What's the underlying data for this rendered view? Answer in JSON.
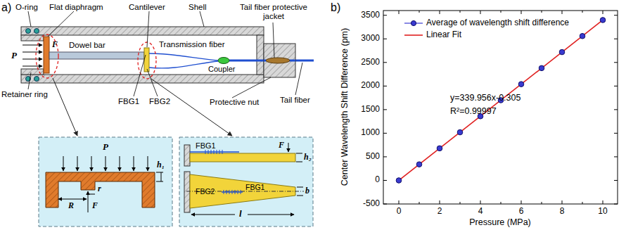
{
  "diagram": {
    "labels": [
      "a)",
      "O-ring",
      "Flat diaphragm",
      "Cantilever",
      "Shell",
      "Tail fiber protective jacket",
      "P",
      "F",
      "Dowel bar",
      "Transmission fiber",
      "Coupler",
      "Retainer ring",
      "FBG1",
      "FBG2",
      "Protective nut",
      "Tail fiber",
      "P",
      "F",
      "h₁",
      "R",
      "r",
      "FBG1",
      "F",
      "h₂",
      "FBG2",
      "FBG1",
      "b",
      "l",
      "b)",
      "Center Wavelength Shift Difference (pm)",
      "3500",
      "3000",
      "2500",
      "2000",
      "1500",
      "1000",
      "500",
      "0",
      "-500",
      "0",
      "2",
      "4",
      "6",
      "8",
      "10",
      "Pressure (MPa)",
      "y=339.956x-0.305",
      "R²=0.99997"
    ],
    "legend": [
      {
        "text": "Average of wavelength shift difference"
      },
      {
        "text": "Linear Fit"
      }
    ]
  }
}
